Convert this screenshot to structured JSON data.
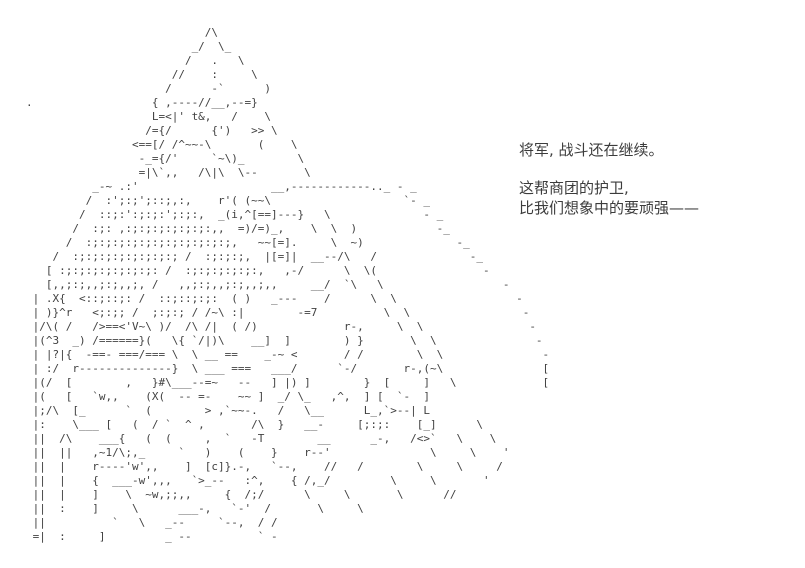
{
  "scene": {
    "background_color": "#ffffff",
    "ink_color": "#414141",
    "text_color": "#3c3c3c"
  },
  "ascii_art": {
    "subject": "mounted-general-ascii-art",
    "lines": [
      "                           /\\",
      "                         _/  \\_",
      "                        /   .   \\",
      "                      //    :     \\",
      "                     /      -`      )",
      ".                  { ,----//__,--=}",
      "                   L=<|' t&,   /    \\",
      "                  /={/      {')   >> \\",
      "                <==[/ /^~~-\\       (    \\",
      "                 -_={/'     `~\\)_        \\",
      "                 =|\\`,,   /\\|\\  \\--       \\",
      "          _-~ .:'                    __,------------.._ - _",
      "         /  :';:;';::;,:,    r'( (~~\\                    `- _",
      "        /  ::;:':;:;:';:;:,  _(i,^[==]---}   \\              - _",
      "       /  :;: ,:;:;:;:;:;:;:,,  =)/=)_,    \\  \\  )            -_",
      "      /  :;:;:;:;:;:;:;:;:;:;:;,   ~~[=].     \\  ~)              -_",
      "    /  :;:;:;:;:;:;:;:; /  :;:;:;,  |[=]|  __--/\\   /              -_",
      "   [ :;:;:;:;:;:;:;: /  :;:;:;:;:;:,   ,-/      \\  \\(                -",
      "   [,,;:;,,;:;,,;, /   ,,;:;,,;:;,,;,,     __/  `\\   \\                  -",
      " | .X{  <::;::;: /  ::;::;:;:  ( )   _---    /      \\  \\                  -",
      " | )}^r   <;:;; /  ;:;:; / /~\\ :|        -=7          \\  \\                 -",
      " |/\\( /   />==<'V~\\ )/  /\\ /|  ( /)             r-,     \\  \\                -",
      " |(^3  _) /======}(   \\{ `/|)\\    __]  ]        ) }       \\  \\               -",
      " | |?|{  -==- ===/=== \\  \\ __ ==    _-~ <       / /        \\  \\               -",
      " | :/  r--------------}  \\ ___ ===   ___/      `-/       r-,(~\\               [",
      " |(/  [        ,   }#\\___--=~   --   ] |) ]        }  [     ]   \\             [",
      " |(   [   `w,,    (X(  -- =-    ~~ ]  _/ \\_   ,^,  ] [  `-  ]",
      " |;/\\  [_      `  (        > ,`~~-.   /   \\__      L_,`>--| L",
      " |:    \\___ [   (  / `  ^ ,       /\\  }   __-     [;:;:    [_]      \\",
      " ||  /\\    ___{   (  (     ,  `   -T        __      _-,   /<>`   \\    \\",
      " ||  ||   ,~1/\\;,_     `   )    (    }    r--'               \\     \\    '",
      " ||  |    r----'w',,    ]  [c]}.-,   `--,    //   /        \\     \\     /",
      " ||  |    {  ___-w',,,   `>_--   :^,    { /,_/         \\     \\       '",
      " ||  |    ]    \\  ~w,;;,,     {  /;/      \\     \\       \\      //",
      " ||  :    ]     \\      ___-,   `-'  /       \\     \\",
      " ||          `   \\   _--     `--,  / /",
      " =|  :     ]         _ --          ` -"
    ]
  },
  "dialogue": {
    "line1": "将军, 战斗还在继续。",
    "line2": "这帮商团的护卫,",
    "line3": "比我们想象中的要顽强——"
  }
}
